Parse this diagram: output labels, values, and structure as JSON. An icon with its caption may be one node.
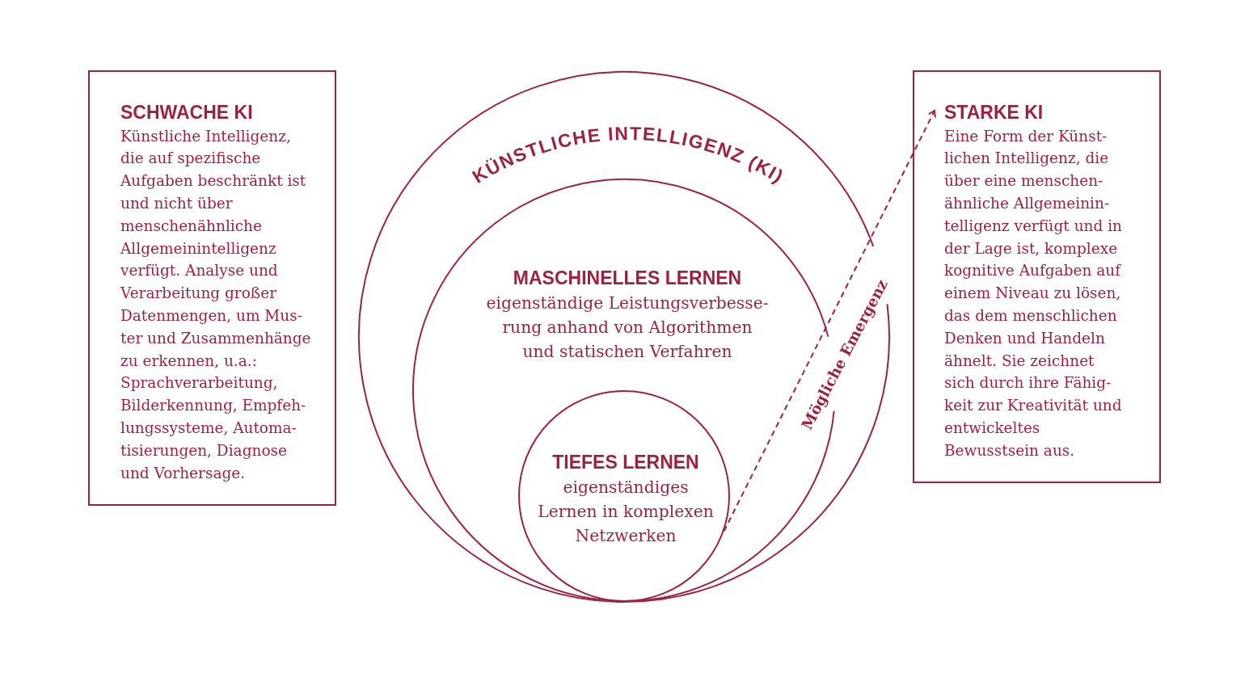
{
  "diagram": {
    "nodes": [
      {
        "text": [
          "SCHWACHE KI",
          "Künstliche Intelligenz, die auf spezifische Aufgaben beschränkt ist und nicht über menschenähnliche Allgemeinintelligenz verfügt. Analyse und Verarbeitung großer Datenmengen, um Mus- ter und Zusammenhänge zu erkennen, u.a.: Sprachverarbeitung, Bilderkennung, Empfeh- lungssysteme, Automa- tisierungen, Diagnose und Vorhersage."
        ]
      },
      {
        "text": [
          "KÜNSTLICHE INTELLIGENZ (KI)"
        ]
      },
      {
        "text": [
          "MASCHINELLES LERNEN",
          "eigenständige Leistungsverbesse- rung anhand von Algorithmen und statischen Verfahren"
        ],
        "in": 1
      },
      {
        "text": [
          "TIEFES LERNEN",
          "eigenständiges Lernen in komplexen Netzwerken"
        ],
        "in": 2
      },
      {
        "text": [
          "STARKE KI",
          "Eine Form der Künst- lichen Intelligenz, die über eine menschen- ähnliche Allgemeinin- telligenz verfügt und in der Lage ist, komplexe kognitive Aufgaben auf einem Niveau zu lösen, das dem menschlichen Denken und Handeln ähnelt. Sie zeichnet sich durch ihre Fähig- keit zur Kreativität und entwickeltes Bewusstsein aus."
        ]
      }
    ],
    "edges": [
      {
        "from": 3,
        "to": 4,
        "arrow": "to",
        "style": "dashed",
        "label": "Mögliche Emergenz"
      }
    ]
  }
}
